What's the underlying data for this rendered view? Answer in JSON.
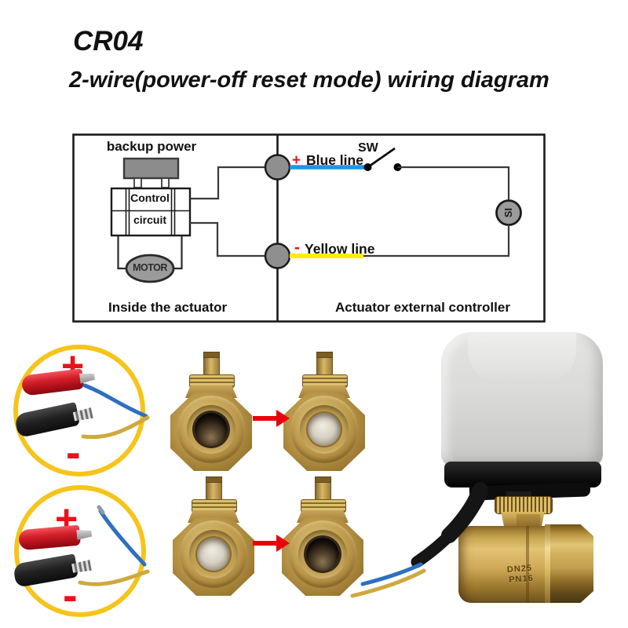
{
  "header": {
    "model": "CR04",
    "subtitle": "2-wire(power-off reset mode) wiring diagram"
  },
  "diagram": {
    "backup_power_label": "backup power",
    "control_line1": "Control",
    "control_line2": "circuit",
    "motor_label": "MOTOR",
    "inside_label": "Inside the actuator",
    "external_label": "Actuator external controller",
    "blue_plus": "+",
    "blue_wire_label": "Blue line",
    "switch_label": "SW",
    "yellow_minus": "-",
    "yellow_wire_label": "Yellow line",
    "si_label": "SI",
    "colors": {
      "blue_wire": "#1e97e0",
      "yellow_wire": "#ffee00",
      "terminal_gray": "#8f8f8f",
      "line_black": "#1a1a1a"
    }
  },
  "demo": {
    "circles": [
      {
        "plus": "+",
        "minus": "-",
        "state": "clips connected to blue and yellow wires"
      },
      {
        "plus": "+",
        "minus": "-",
        "state": "blue wire disconnected"
      }
    ],
    "ring_color": "#f6c41a",
    "arrow_color": "#e8000d"
  },
  "product": {
    "marking_line1": "DN25",
    "marking_line2": "PN16",
    "brass_color": "#bb9748",
    "housing_color": "#dadad8"
  }
}
